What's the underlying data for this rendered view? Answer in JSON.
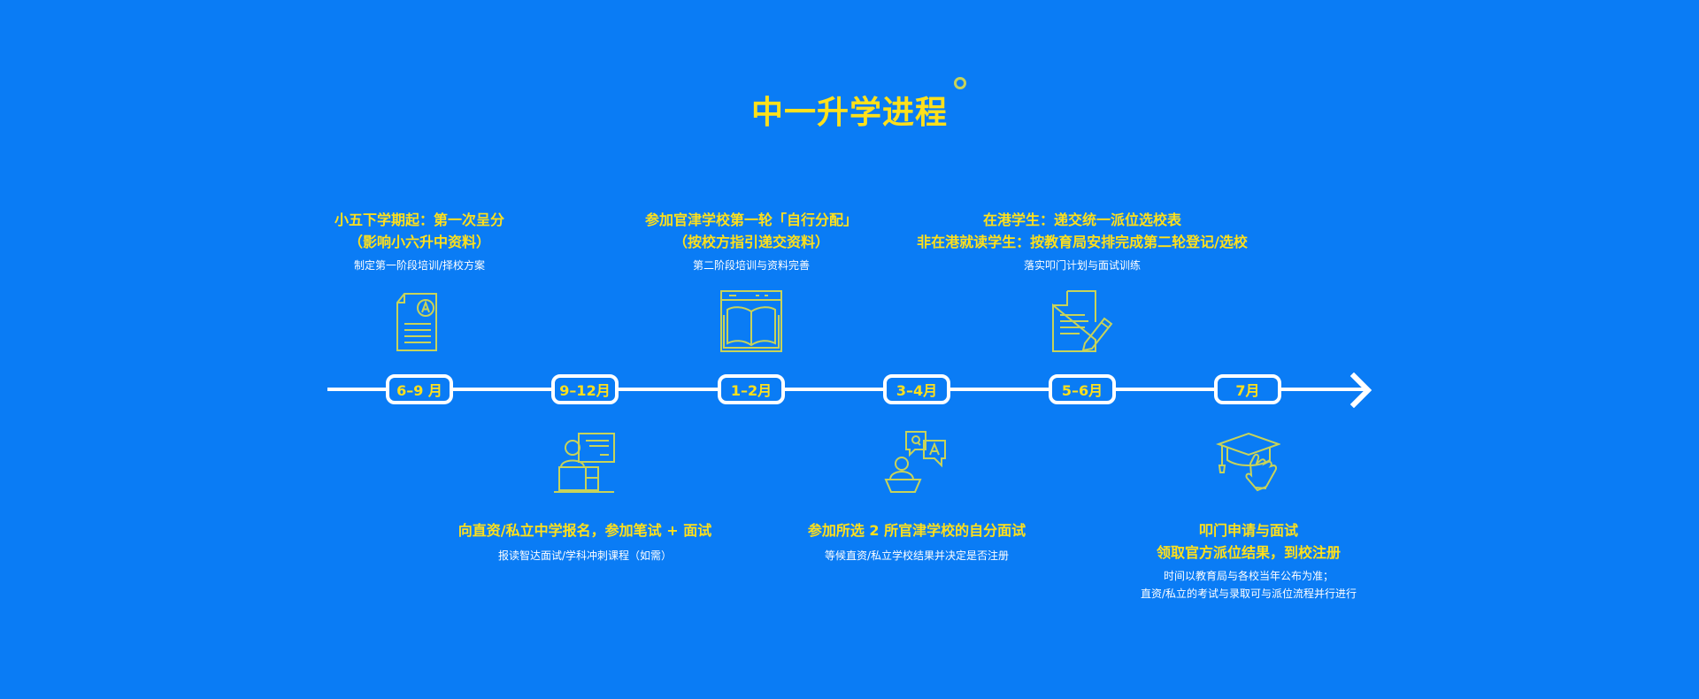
{
  "title": "中一升学进程",
  "stages": [
    {
      "period": "6–9 月",
      "position": "top",
      "headline": [
        "小五下学期起：第一次呈分",
        "（影响小六升中资料）"
      ],
      "note": [
        "制定第一阶段培训/择校方案"
      ],
      "icon": "exam-paper-icon"
    },
    {
      "period": "9–12月",
      "position": "bottom",
      "headline": [
        "向直资/私立中学报名，参加笔试 + 面试"
      ],
      "note": [
        "报读智达面试/学科冲刺课程（如需）"
      ],
      "icon": "interview-presentation-icon"
    },
    {
      "period": "1–2月",
      "position": "top",
      "headline": [
        "参加官津学校第一轮「自行分配」",
        "（按校方指引递交资料）"
      ],
      "note": [
        "第二阶段培训与资料完善"
      ],
      "icon": "open-book-icon"
    },
    {
      "period": "3–4月",
      "position": "bottom",
      "headline": [
        "参加所选 2 所官津学校的自分面试"
      ],
      "note": [
        "等候直资/私立学校结果并决定是否注册"
      ],
      "icon": "qa-speaker-icon"
    },
    {
      "period": "5–6月",
      "position": "top",
      "headline": [
        "在港学生：递交统一派位选校表",
        "非在港就读学生：按教育局安排完成第二轮登记/选校"
      ],
      "note": [
        "落实叩门计划与面试训练"
      ],
      "icon": "document-pen-icon"
    },
    {
      "period": "7月",
      "position": "bottom",
      "headline": [
        "叩门申请与面试",
        "领取官方派位结果，到校注册"
      ],
      "note": [
        "时间以教育局与各校当年公布为准；",
        "直资/私立的考试与录取可与派位流程并行进行"
      ],
      "icon": "graduation-cap-click-icon"
    }
  ],
  "colors": {
    "background": "#0a7cf5",
    "accent": "#ffe01b",
    "icon": "#c7d35a",
    "line": "#ffffff"
  }
}
